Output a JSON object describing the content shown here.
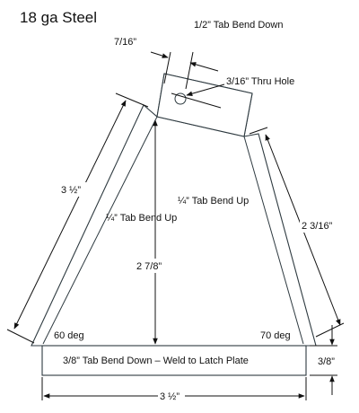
{
  "drawing": {
    "title": "18 ga Steel",
    "labels": {
      "tab_bend_down_top": "1/2” Tab Bend Down",
      "tab_width": "7/16”",
      "thru_hole": "3/16” Thru Hole",
      "left_side_length": "3 ½”",
      "right_tab_bend_up": "¼” Tab Bend Up",
      "left_tab_bend_up": "¼” Tab Bend Up",
      "height": "2 7/8”",
      "right_side_length": "2 3/16”",
      "left_angle": "60 deg",
      "right_angle": "70 deg",
      "bottom_tab": "3/8” Tab Bend Down – Weld to Latch Plate",
      "bottom_tab_height": "3/8”",
      "base_width": "3 ½”"
    },
    "colors": {
      "outline": "#2e3a40",
      "ink": "#111111",
      "background": "#ffffff"
    }
  }
}
